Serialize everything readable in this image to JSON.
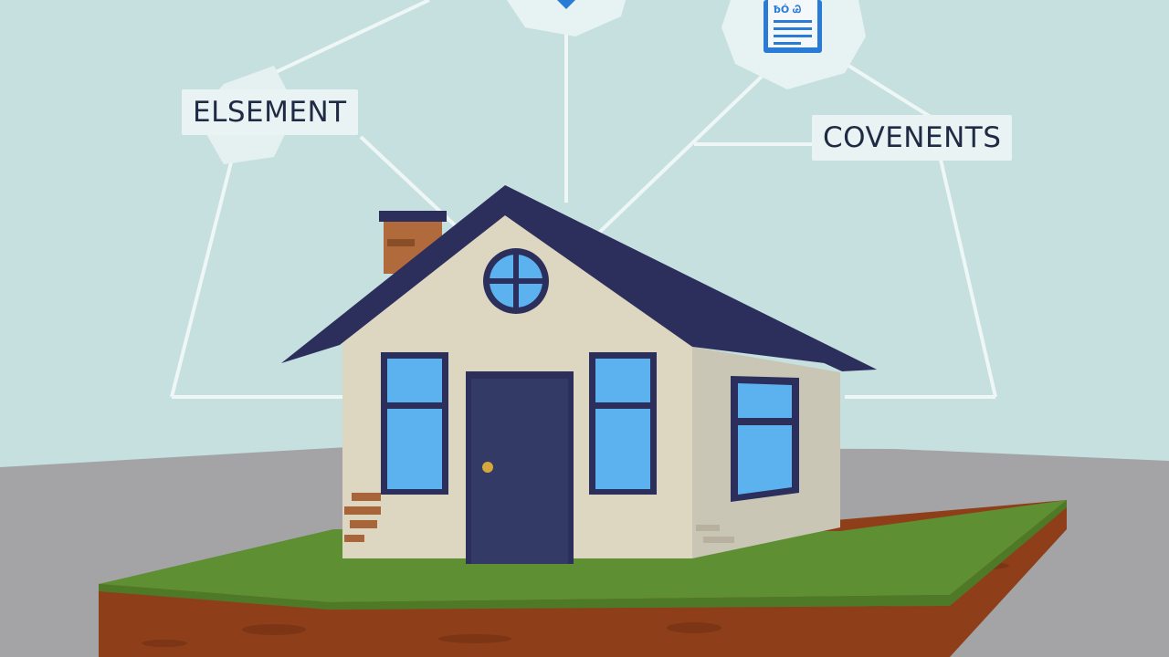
{
  "labels": {
    "easement": "ELSEMENT",
    "covenants": "COVENENTS"
  },
  "document_icon": {
    "text": "ƀÓ Ꮚ",
    "icon": "document-icon"
  },
  "colors": {
    "sky": "#c6e0e0",
    "ground": "#a4a4a6",
    "grass": "#5f8f33",
    "soil": "#8e3f1a",
    "roof": "#2c2f5c",
    "wall": "#ddd6c0",
    "door": "#343a66",
    "window": "#5bb2ee"
  }
}
